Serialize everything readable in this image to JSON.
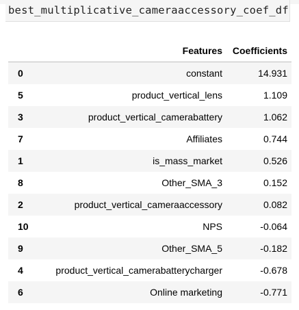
{
  "code_cell": {
    "text": "best_multiplicative_cameraaccessory_coef_df"
  },
  "dataframe": {
    "columns": [
      "Features",
      "Coefficients"
    ],
    "rows": [
      {
        "index": "0",
        "feature": "constant",
        "coef": "14.931"
      },
      {
        "index": "5",
        "feature": "product_vertical_lens",
        "coef": "1.109"
      },
      {
        "index": "3",
        "feature": "product_vertical_camerabattery",
        "coef": "1.062"
      },
      {
        "index": "7",
        "feature": "Affiliates",
        "coef": "0.744"
      },
      {
        "index": "1",
        "feature": "is_mass_market",
        "coef": "0.526"
      },
      {
        "index": "8",
        "feature": "Other_SMA_3",
        "coef": "0.152"
      },
      {
        "index": "2",
        "feature": "product_vertical_cameraaccessory",
        "coef": "0.082"
      },
      {
        "index": "10",
        "feature": "NPS",
        "coef": "-0.064"
      },
      {
        "index": "9",
        "feature": "Other_SMA_5",
        "coef": "-0.182"
      },
      {
        "index": "4",
        "feature": "product_vertical_camerabatterycharger",
        "coef": "-0.678"
      },
      {
        "index": "6",
        "feature": "Online marketing",
        "coef": "-0.771"
      }
    ]
  }
}
